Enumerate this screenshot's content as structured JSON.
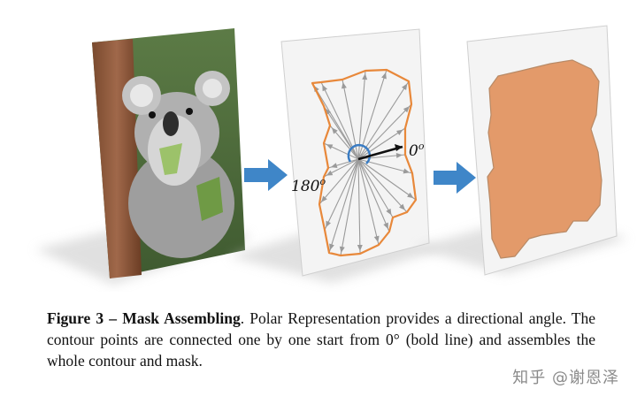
{
  "figure": {
    "angle_start_label": "0",
    "angle_mid_label": "180",
    "degree_superscript": "o"
  },
  "caption": {
    "label": "Figure 3",
    "separator": " – ",
    "title": "Mask Assembling",
    "body": ". Polar Representation provides a directional angle. The contour points are connected one by one start from 0° (bold line) and assembles the whole contour and mask."
  },
  "watermark": "知乎 @谢恩泽",
  "colors": {
    "contour": "#e8883a",
    "mask": "#e39a6a",
    "arrow": "#3f86c8",
    "ray": "#9a9a9a",
    "angle_arc": "#3a7cc3"
  }
}
